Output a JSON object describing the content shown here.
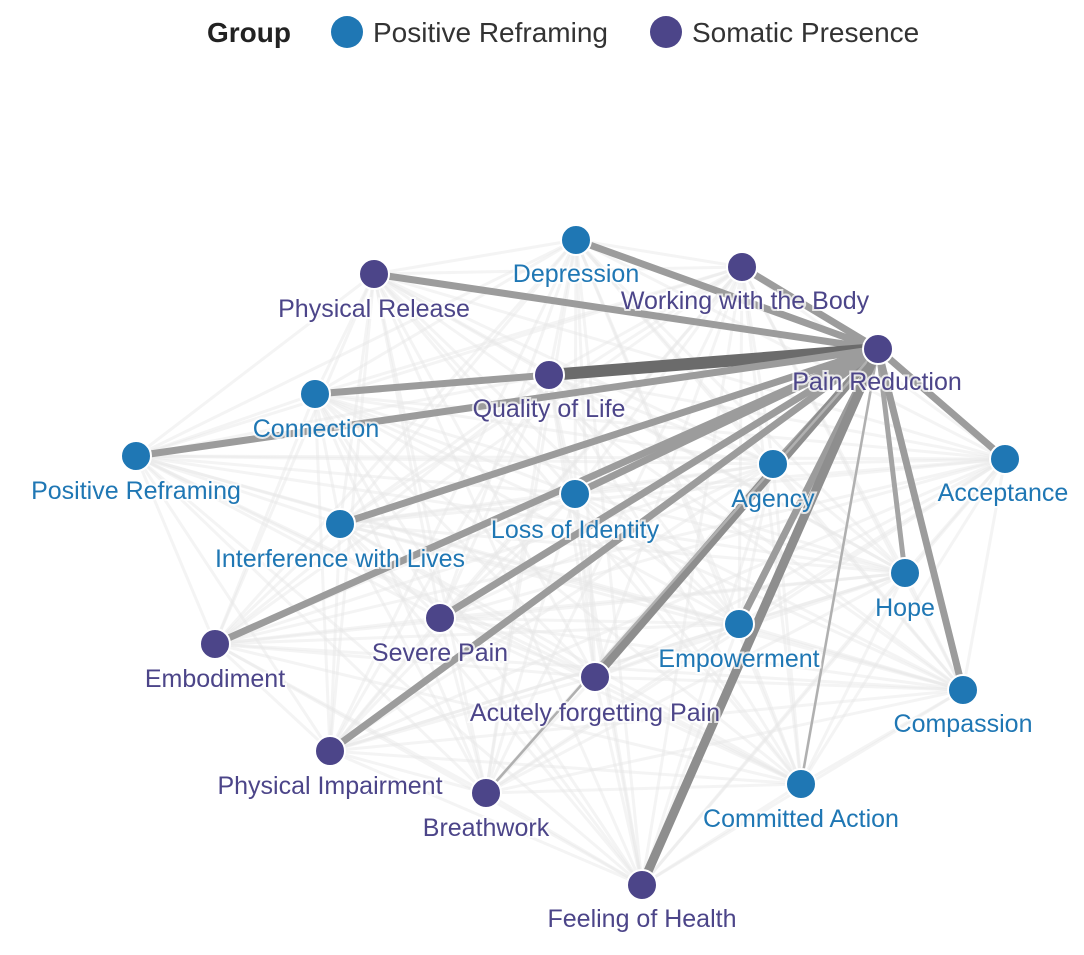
{
  "legend": {
    "title": "Group",
    "groups": [
      {
        "key": "pr",
        "label": "Positive Reframing",
        "color": "#1f77b4"
      },
      {
        "key": "sp",
        "label": "Somatic Presence",
        "color": "#4c4589"
      }
    ]
  },
  "hub": "Pain Reduction",
  "nodes": [
    {
      "id": "pain_reduction",
      "label": "Pain Reduction",
      "group": "sp"
    },
    {
      "id": "depression",
      "label": "Depression",
      "group": "pr"
    },
    {
      "id": "working_body",
      "label": "Working with the Body",
      "group": "sp"
    },
    {
      "id": "physical_release",
      "label": "Physical Release",
      "group": "sp"
    },
    {
      "id": "quality_life",
      "label": "Quality of Life",
      "group": "sp"
    },
    {
      "id": "connection",
      "label": "Connection",
      "group": "pr"
    },
    {
      "id": "positive_reframing",
      "label": "Positive Reframing",
      "group": "pr"
    },
    {
      "id": "acceptance",
      "label": "Acceptance",
      "group": "pr"
    },
    {
      "id": "agency",
      "label": "Agency",
      "group": "pr"
    },
    {
      "id": "loss_identity",
      "label": "Loss of Identity",
      "group": "pr"
    },
    {
      "id": "interference",
      "label": "Interference with Lives",
      "group": "pr"
    },
    {
      "id": "hope",
      "label": "Hope",
      "group": "pr"
    },
    {
      "id": "empowerment",
      "label": "Empowerment",
      "group": "pr"
    },
    {
      "id": "severe_pain",
      "label": "Severe Pain",
      "group": "sp"
    },
    {
      "id": "embodiment",
      "label": "Embodiment",
      "group": "sp"
    },
    {
      "id": "acutely",
      "label": "Acutely forgetting Pain",
      "group": "sp"
    },
    {
      "id": "compassion",
      "label": "Compassion",
      "group": "pr"
    },
    {
      "id": "physical_impairment",
      "label": "Physical Impairment",
      "group": "sp"
    },
    {
      "id": "breathwork",
      "label": "Breathwork",
      "group": "sp"
    },
    {
      "id": "committed_action",
      "label": "Committed Action",
      "group": "pr"
    },
    {
      "id": "feeling_health",
      "label": "Feeling of Health",
      "group": "sp"
    }
  ],
  "edges": [
    {
      "source": "pain_reduction",
      "target": "depression",
      "weight": 3
    },
    {
      "source": "pain_reduction",
      "target": "working_body",
      "weight": 3
    },
    {
      "source": "pain_reduction",
      "target": "physical_release",
      "weight": 3
    },
    {
      "source": "pain_reduction",
      "target": "quality_life",
      "weight": 5
    },
    {
      "source": "quality_life",
      "target": "connection",
      "weight": 3
    },
    {
      "source": "pain_reduction",
      "target": "positive_reframing",
      "weight": 3
    },
    {
      "source": "pain_reduction",
      "target": "acceptance",
      "weight": 3
    },
    {
      "source": "pain_reduction",
      "target": "agency",
      "weight": 2
    },
    {
      "source": "pain_reduction",
      "target": "loss_identity",
      "weight": 3
    },
    {
      "source": "pain_reduction",
      "target": "interference",
      "weight": 3
    },
    {
      "source": "pain_reduction",
      "target": "hope",
      "weight": 2
    },
    {
      "source": "pain_reduction",
      "target": "empowerment",
      "weight": 3
    },
    {
      "source": "pain_reduction",
      "target": "severe_pain",
      "weight": 3
    },
    {
      "source": "pain_reduction",
      "target": "embodiment",
      "weight": 3
    },
    {
      "source": "pain_reduction",
      "target": "acutely",
      "weight": 4
    },
    {
      "source": "pain_reduction",
      "target": "compassion",
      "weight": 3
    },
    {
      "source": "pain_reduction",
      "target": "physical_impairment",
      "weight": 3
    },
    {
      "source": "pain_reduction",
      "target": "breathwork",
      "weight": 1
    },
    {
      "source": "pain_reduction",
      "target": "committed_action",
      "weight": 1
    },
    {
      "source": "pain_reduction",
      "target": "feeling_health",
      "weight": 4
    }
  ],
  "chart_data": {
    "type": "network",
    "title": "",
    "legend_placement": "top",
    "legend_title": "Group",
    "series": [
      {
        "name": "Positive Reframing",
        "values": [
          "Depression",
          "Connection",
          "Positive Reframing",
          "Acceptance",
          "Agency",
          "Loss of Identity",
          "Interference with Lives",
          "Hope",
          "Empowerment",
          "Compassion",
          "Committed Action"
        ]
      },
      {
        "name": "Somatic Presence",
        "values": [
          "Pain Reduction",
          "Working with the Body",
          "Physical Release",
          "Quality of Life",
          "Severe Pain",
          "Embodiment",
          "Acutely forgetting Pain",
          "Physical Impairment",
          "Breathwork",
          "Feeling of Health"
        ]
      }
    ]
  }
}
